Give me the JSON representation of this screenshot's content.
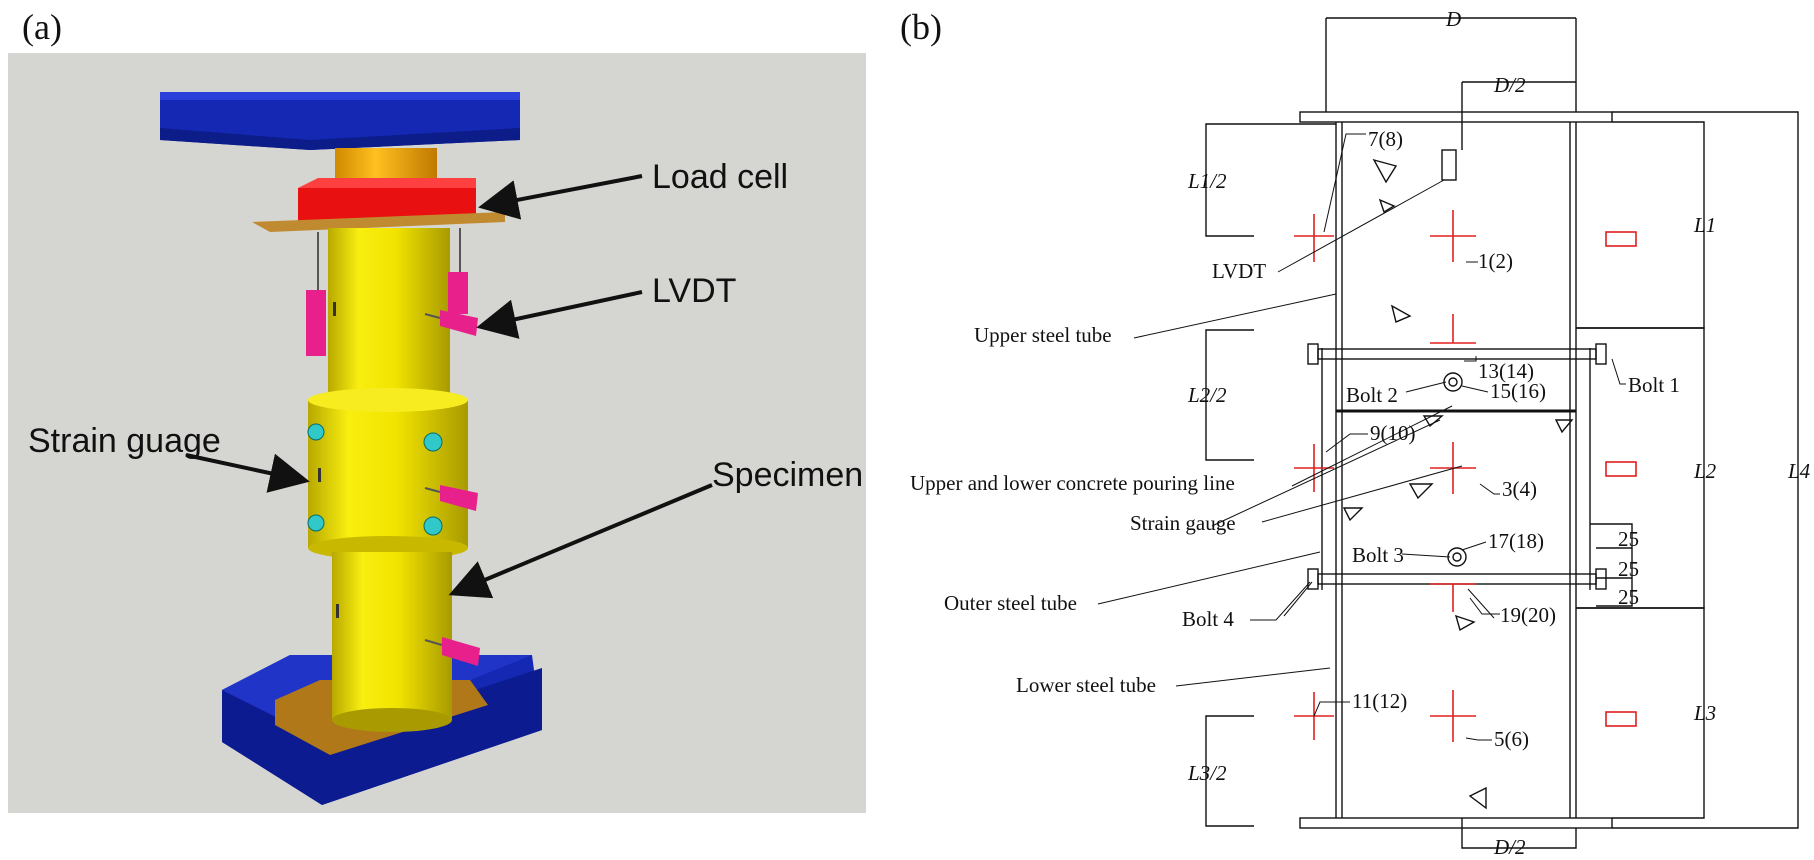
{
  "panels": {
    "a": {
      "letter": "(a)",
      "labels": {
        "load_cell": "Load cell",
        "lvdt": "LVDT",
        "strain_gauge": "Strain guage",
        "specimen": "Specimen"
      }
    },
    "b": {
      "letter": "(b)",
      "dims": {
        "D": "D",
        "D_half_top": "D/2",
        "D_half_bottom": "D/2",
        "L1_half": "L1/2",
        "L1": "L1",
        "L2_half": "L2/2",
        "L2": "L2",
        "L3_half": "L3/2",
        "L3": "L3",
        "L4": "L4",
        "d25_a": "25",
        "d25_b": "25",
        "d25_c": "25"
      },
      "labels": {
        "lvdt": "LVDT",
        "upper_steel_tube": "Upper steel tube",
        "pouring_line": "Upper and lower concrete pouring line",
        "strain_gauge": "Strain gauge",
        "outer_steel_tube": "Outer steel tube",
        "bolt1": "Bolt 1",
        "bolt2": "Bolt 2",
        "bolt3": "Bolt 3",
        "bolt4": "Bolt 4",
        "lower_steel_tube": "Lower steel tube"
      },
      "gauges": {
        "g1": "1(2)",
        "g3": "3(4)",
        "g5": "5(6)",
        "g7": "7(8)",
        "g9": "9(10)",
        "g11": "11(12)",
        "g13": "13(14)",
        "g15": "15(16)",
        "g17": "17(18)",
        "g19": "19(20)"
      }
    }
  },
  "colors": {
    "plate_blue": "#1428b4",
    "base_tan": "#b07818",
    "load_cell_red": "#e81010",
    "tube_yellow": "#f4e800",
    "lvdt_pink": "#e8208c",
    "bolt_cyan": "#30c8c8",
    "diagram_red": "#e02020",
    "background_gray": "#d4d4d0"
  }
}
